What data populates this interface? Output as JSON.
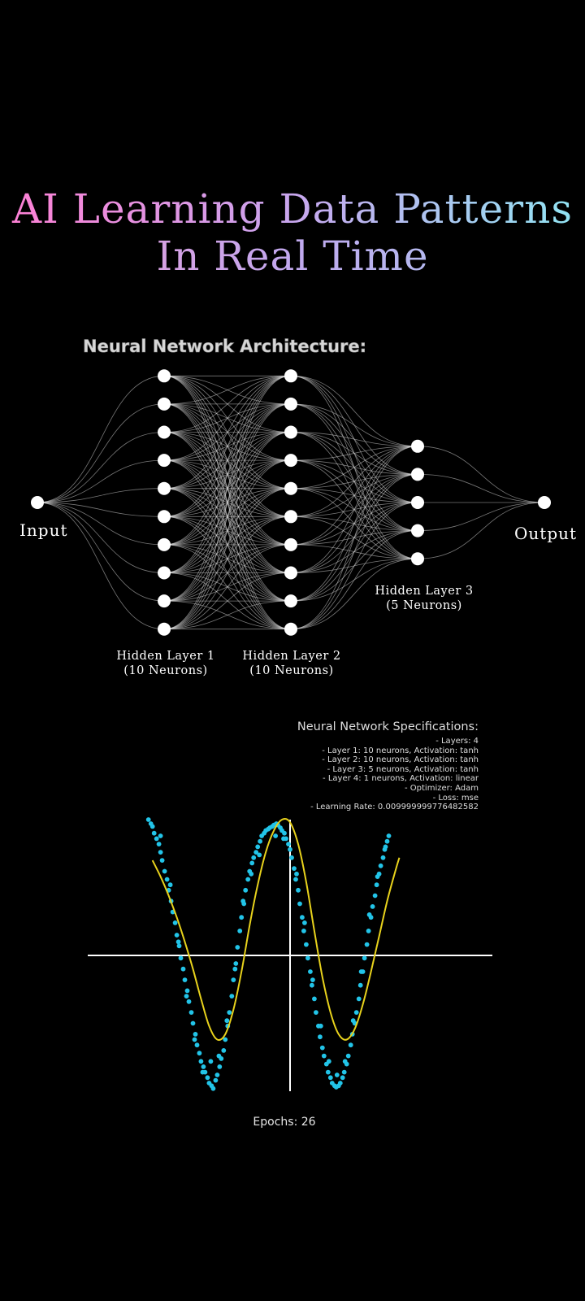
{
  "title": {
    "line1": "AI Learning Data Patterns",
    "line2": "In Real Time"
  },
  "architecture": {
    "heading": "Neural Network Architecture:",
    "layers": [
      {
        "name": "input",
        "neurons": 1,
        "label": [
          "Input"
        ]
      },
      {
        "name": "hidden1",
        "neurons": 10,
        "label": [
          "Hidden Layer 1",
          "(10 Neurons)"
        ]
      },
      {
        "name": "hidden2",
        "neurons": 10,
        "label": [
          "Hidden Layer 2",
          "(10 Neurons)"
        ]
      },
      {
        "name": "hidden3",
        "neurons": 5,
        "label": [
          "Hidden Layer 3",
          "(5 Neurons)"
        ]
      },
      {
        "name": "output",
        "neurons": 1,
        "label": [
          "Output"
        ]
      }
    ]
  },
  "specs": {
    "title": "Neural Network Specifications:",
    "lines": [
      "- Layers: 4",
      "- Layer 1: 10 neurons, Activation: tanh",
      "- Layer 2: 10 neurons, Activation: tanh",
      "- Layer 3: 5 neurons, Activation: tanh",
      "- Layer 4: 1 neurons, Activation: linear",
      "- Optimizer: Adam",
      "- Loss: mse",
      "- Learning Rate: 0.009999999776482582"
    ]
  },
  "chart_data": {
    "type": "scatter",
    "xlim": [
      -2.5,
      2.5
    ],
    "ylim": [
      -1.0,
      1.0
    ],
    "grid": false,
    "legend": "none",
    "series": [
      {
        "kind": "scatter",
        "color": "#22c4e8",
        "points": [
          [
            -1.75,
            1.0
          ],
          [
            -1.72,
            0.97
          ],
          [
            -1.7,
            0.95
          ],
          [
            -1.68,
            0.9
          ],
          [
            -1.65,
            0.86
          ],
          [
            -1.62,
            0.82
          ],
          [
            -1.6,
            0.76
          ],
          [
            -1.58,
            0.7
          ],
          [
            -1.55,
            0.62
          ],
          [
            -1.52,
            0.56
          ],
          [
            -1.5,
            0.48
          ],
          [
            -1.47,
            0.4
          ],
          [
            -1.45,
            0.32
          ],
          [
            -1.42,
            0.24
          ],
          [
            -1.4,
            0.15
          ],
          [
            -1.37,
            0.07
          ],
          [
            -1.35,
            -0.02
          ],
          [
            -1.32,
            -0.1
          ],
          [
            -1.3,
            -0.18
          ],
          [
            -1.27,
            -0.26
          ],
          [
            -1.25,
            -0.34
          ],
          [
            -1.22,
            -0.42
          ],
          [
            -1.2,
            -0.5
          ],
          [
            -1.17,
            -0.58
          ],
          [
            -1.15,
            -0.66
          ],
          [
            -1.12,
            -0.72
          ],
          [
            -1.1,
            -0.78
          ],
          [
            -1.07,
            -0.82
          ],
          [
            -1.05,
            -0.86
          ],
          [
            -1.02,
            -0.9
          ],
          [
            -1.0,
            -0.94
          ],
          [
            -0.97,
            -0.96
          ],
          [
            -0.95,
            -0.98
          ],
          [
            -0.92,
            -0.92
          ],
          [
            -0.9,
            -0.88
          ],
          [
            -0.87,
            -0.82
          ],
          [
            -0.85,
            -0.76
          ],
          [
            -0.82,
            -0.7
          ],
          [
            -0.8,
            -0.62
          ],
          [
            -0.77,
            -0.52
          ],
          [
            -0.75,
            -0.42
          ],
          [
            -0.72,
            -0.3
          ],
          [
            -0.7,
            -0.18
          ],
          [
            -0.67,
            -0.06
          ],
          [
            -0.65,
            0.06
          ],
          [
            -0.62,
            0.18
          ],
          [
            -0.6,
            0.28
          ],
          [
            -0.57,
            0.38
          ],
          [
            -0.55,
            0.48
          ],
          [
            -0.52,
            0.56
          ],
          [
            -0.5,
            0.62
          ],
          [
            -0.47,
            0.68
          ],
          [
            -0.45,
            0.72
          ],
          [
            -0.42,
            0.76
          ],
          [
            -0.4,
            0.8
          ],
          [
            -0.37,
            0.84
          ],
          [
            -0.35,
            0.88
          ],
          [
            -0.32,
            0.9
          ],
          [
            -0.3,
            0.92
          ],
          [
            -0.27,
            0.93
          ],
          [
            -0.25,
            0.94
          ],
          [
            -0.22,
            0.95
          ],
          [
            -0.2,
            0.96
          ],
          [
            -0.17,
            0.97
          ],
          [
            -0.15,
            0.96
          ],
          [
            -0.12,
            0.94
          ],
          [
            -0.1,
            0.92
          ],
          [
            -0.07,
            0.9
          ],
          [
            -0.05,
            0.86
          ],
          [
            -0.02,
            0.82
          ],
          [
            0.0,
            0.78
          ],
          [
            0.02,
            0.72
          ],
          [
            0.05,
            0.64
          ],
          [
            0.07,
            0.56
          ],
          [
            0.1,
            0.48
          ],
          [
            0.12,
            0.38
          ],
          [
            0.15,
            0.28
          ],
          [
            0.17,
            0.18
          ],
          [
            0.2,
            0.08
          ],
          [
            0.22,
            -0.02
          ],
          [
            0.25,
            -0.12
          ],
          [
            0.27,
            -0.22
          ],
          [
            0.3,
            -0.32
          ],
          [
            0.32,
            -0.42
          ],
          [
            0.35,
            -0.52
          ],
          [
            0.37,
            -0.6
          ],
          [
            0.4,
            -0.68
          ],
          [
            0.42,
            -0.74
          ],
          [
            0.45,
            -0.8
          ],
          [
            0.47,
            -0.86
          ],
          [
            0.5,
            -0.9
          ],
          [
            0.52,
            -0.94
          ],
          [
            0.55,
            -0.96
          ],
          [
            0.57,
            -0.97
          ],
          [
            0.6,
            -0.96
          ],
          [
            0.62,
            -0.94
          ],
          [
            0.65,
            -0.9
          ],
          [
            0.67,
            -0.86
          ],
          [
            0.7,
            -0.8
          ],
          [
            0.72,
            -0.74
          ],
          [
            0.75,
            -0.66
          ],
          [
            0.77,
            -0.58
          ],
          [
            0.8,
            -0.5
          ],
          [
            0.82,
            -0.42
          ],
          [
            0.85,
            -0.32
          ],
          [
            0.87,
            -0.22
          ],
          [
            0.9,
            -0.12
          ],
          [
            0.92,
            -0.02
          ],
          [
            0.95,
            0.08
          ],
          [
            0.97,
            0.18
          ],
          [
            1.0,
            0.28
          ],
          [
            1.02,
            0.36
          ],
          [
            1.05,
            0.44
          ],
          [
            1.07,
            0.52
          ],
          [
            1.1,
            0.6
          ],
          [
            1.12,
            0.66
          ],
          [
            1.15,
            0.72
          ],
          [
            1.17,
            0.78
          ],
          [
            1.2,
            0.84
          ],
          [
            1.22,
            0.88
          ],
          [
            -1.6,
            0.88
          ],
          [
            -1.48,
            0.52
          ],
          [
            -1.38,
            0.1
          ],
          [
            -1.28,
            -0.3
          ],
          [
            -1.18,
            -0.62
          ],
          [
            -1.08,
            -0.86
          ],
          [
            -0.98,
            -0.78
          ],
          [
            -0.88,
            -0.74
          ],
          [
            -0.78,
            -0.48
          ],
          [
            -0.68,
            -0.1
          ],
          [
            -0.58,
            0.4
          ],
          [
            -0.48,
            0.6
          ],
          [
            -0.38,
            0.74
          ],
          [
            -0.18,
            0.88
          ],
          [
            -0.08,
            0.86
          ],
          [
            0.08,
            0.6
          ],
          [
            0.18,
            0.24
          ],
          [
            0.28,
            -0.18
          ],
          [
            0.38,
            -0.52
          ],
          [
            0.48,
            -0.78
          ],
          [
            0.58,
            -0.88
          ],
          [
            0.68,
            -0.78
          ],
          [
            0.78,
            -0.48
          ],
          [
            0.88,
            -0.12
          ],
          [
            0.98,
            0.3
          ],
          [
            1.08,
            0.58
          ],
          [
            1.18,
            0.8
          ]
        ]
      },
      {
        "kind": "line",
        "color": "#e8d21c",
        "points": [
          [
            -1.7,
            0.7
          ],
          [
            -1.6,
            0.58
          ],
          [
            -1.5,
            0.44
          ],
          [
            -1.4,
            0.28
          ],
          [
            -1.3,
            0.1
          ],
          [
            -1.2,
            -0.1
          ],
          [
            -1.1,
            -0.32
          ],
          [
            -1.0,
            -0.52
          ],
          [
            -0.9,
            -0.62
          ],
          [
            -0.8,
            -0.58
          ],
          [
            -0.7,
            -0.4
          ],
          [
            -0.6,
            -0.12
          ],
          [
            -0.5,
            0.22
          ],
          [
            -0.4,
            0.52
          ],
          [
            -0.3,
            0.76
          ],
          [
            -0.2,
            0.92
          ],
          [
            -0.1,
            1.0
          ],
          [
            0.0,
            0.98
          ],
          [
            0.1,
            0.82
          ],
          [
            0.2,
            0.54
          ],
          [
            0.3,
            0.18
          ],
          [
            0.4,
            -0.16
          ],
          [
            0.5,
            -0.42
          ],
          [
            0.6,
            -0.58
          ],
          [
            0.7,
            -0.62
          ],
          [
            0.8,
            -0.54
          ],
          [
            0.9,
            -0.36
          ],
          [
            1.0,
            -0.12
          ],
          [
            1.1,
            0.14
          ],
          [
            1.2,
            0.4
          ],
          [
            1.3,
            0.62
          ],
          [
            1.35,
            0.72
          ]
        ]
      }
    ]
  },
  "epochs_label": "Epochs: 26"
}
